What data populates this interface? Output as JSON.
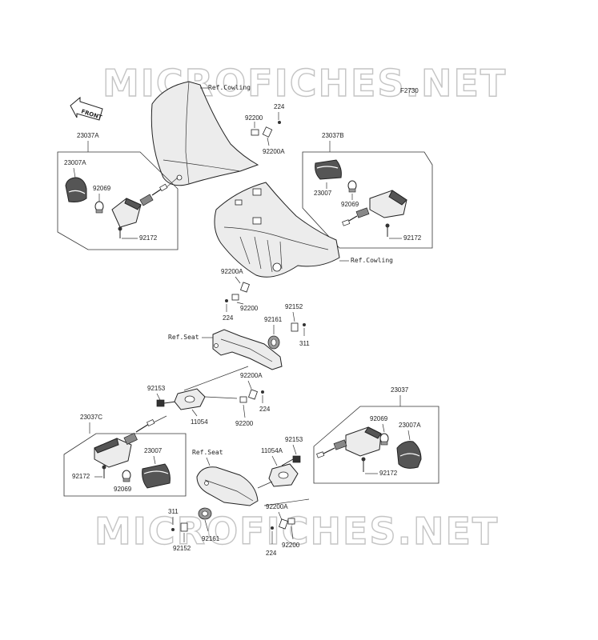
{
  "watermark": "MICROFICHES.NET",
  "diagram_code": "F2730",
  "front_label": "FRONT",
  "refs": {
    "cowling": "Ref.Cowling",
    "seat": "Ref.Seat"
  },
  "parts": {
    "p23037A": "23037A",
    "p23007A_1": "23007A",
    "p92069_1": "92069",
    "p92172_1": "92172",
    "p92200_top": "92200",
    "p224_top": "224",
    "p92200A_top": "92200A",
    "p23037B": "23037B",
    "p23007_1": "23007",
    "p92069_2": "92069",
    "p92172_2": "92172",
    "p92200A_mid": "92200A",
    "p92200_mid": "92200",
    "p224_mid": "224",
    "p92152_1": "92152",
    "p92161_1": "92161",
    "p311_1": "311",
    "p92200A_mid2": "92200A",
    "p92153_1": "92153",
    "p224_mid2": "224",
    "p11054": "11054",
    "p92200_mid2": "92200",
    "p23037C": "23037C",
    "p23007_2": "23007",
    "p92172_3": "92172",
    "p92069_3": "92069",
    "p23037": "23037",
    "p92069_4": "92069",
    "p23007A_2": "23007A",
    "p92172_4": "92172",
    "p92153_2": "92153",
    "p11054A": "11054A",
    "p92200A_bot": "92200A",
    "p311_2": "311",
    "p92152_2": "92152",
    "p92161_2": "92161",
    "p224_bot": "224",
    "p92200_bot": "92200"
  }
}
